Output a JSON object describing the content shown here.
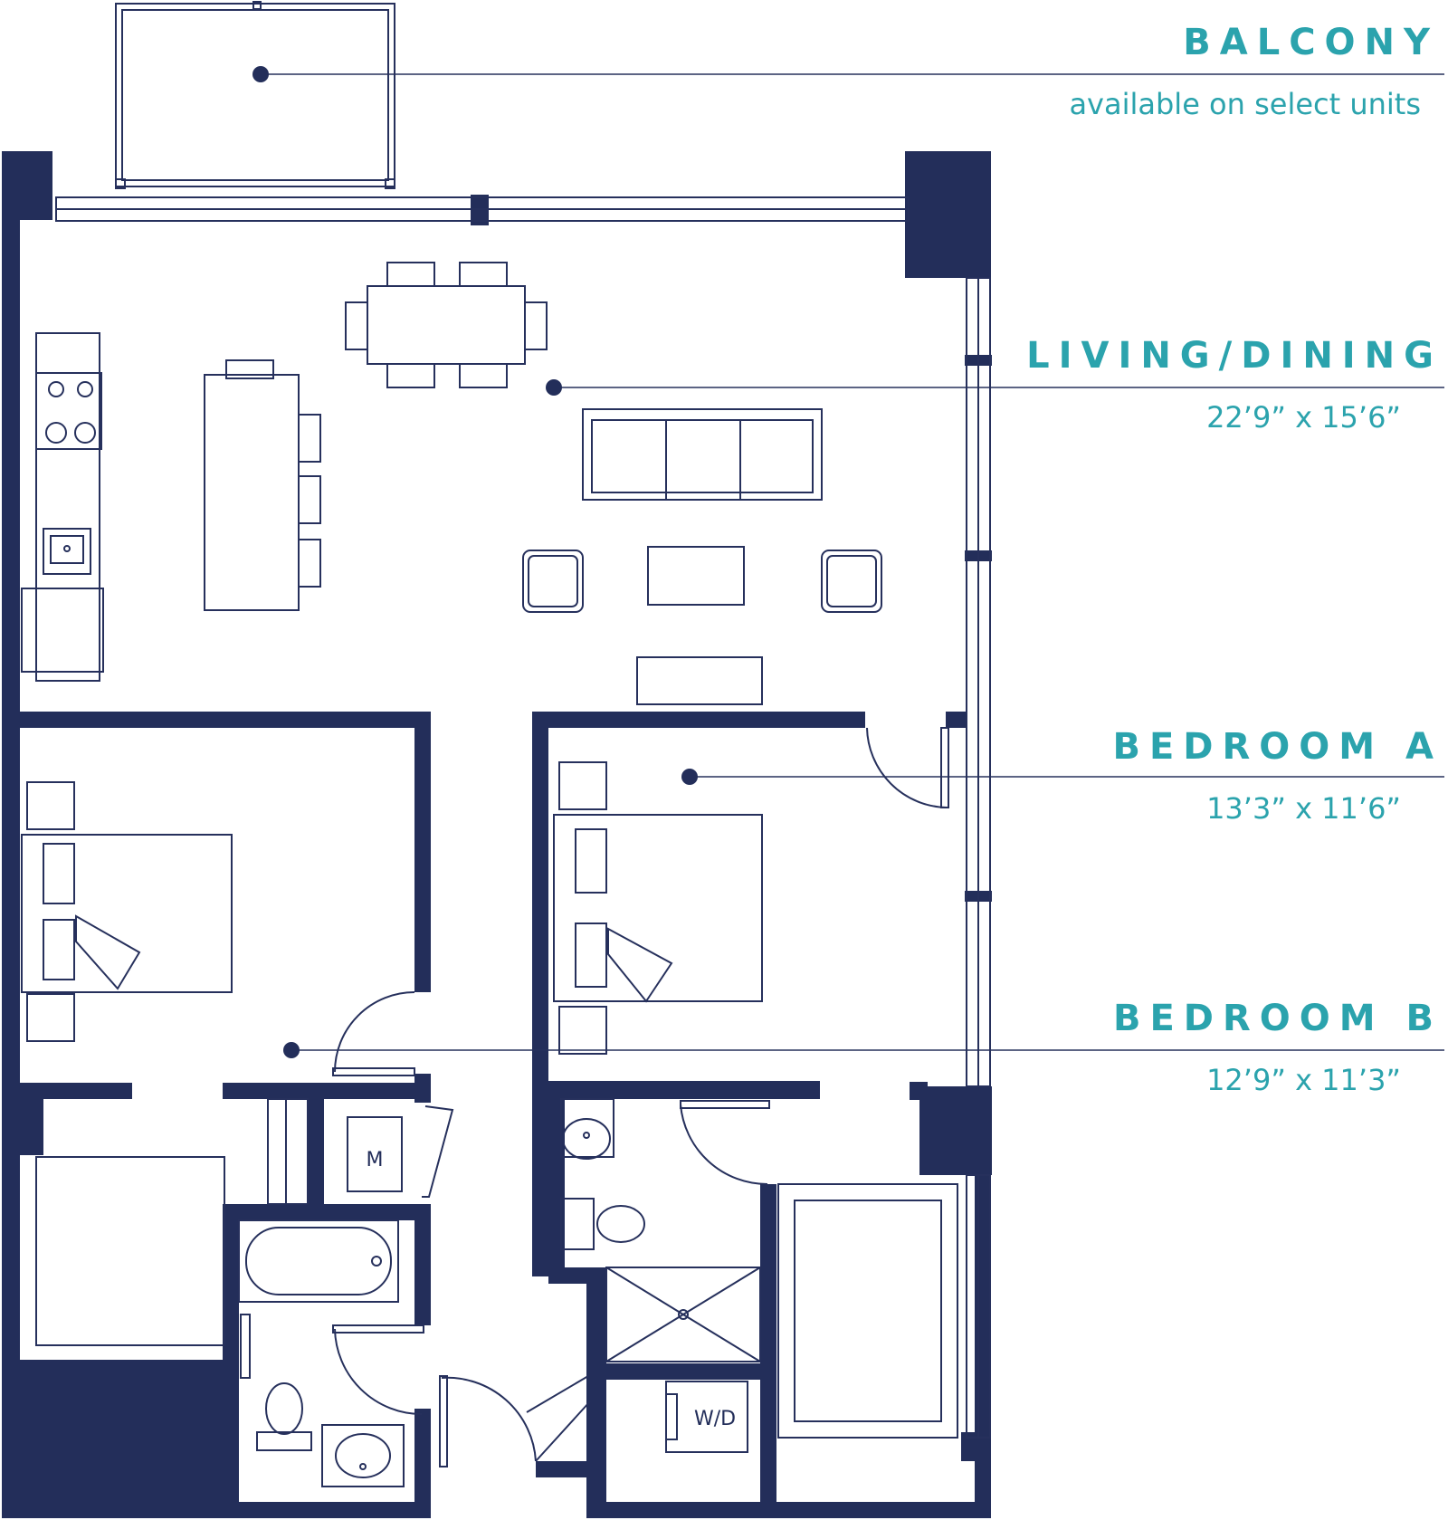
{
  "rooms": [
    {
      "name": "BALCONY",
      "detail": "available on select units"
    },
    {
      "name": "LIVING/DINING",
      "detail": "22’9” x 15’6”"
    },
    {
      "name": "BEDROOM A",
      "detail": "13’3” x 11’6”"
    },
    {
      "name": "BEDROOM B",
      "detail": "12’9” x 11’3”"
    }
  ],
  "fixtures": {
    "microwave_code": "M",
    "washer_dryer_code": "W/D"
  },
  "colors": {
    "wall": "#232e5a",
    "label": "#2ba3ad"
  }
}
